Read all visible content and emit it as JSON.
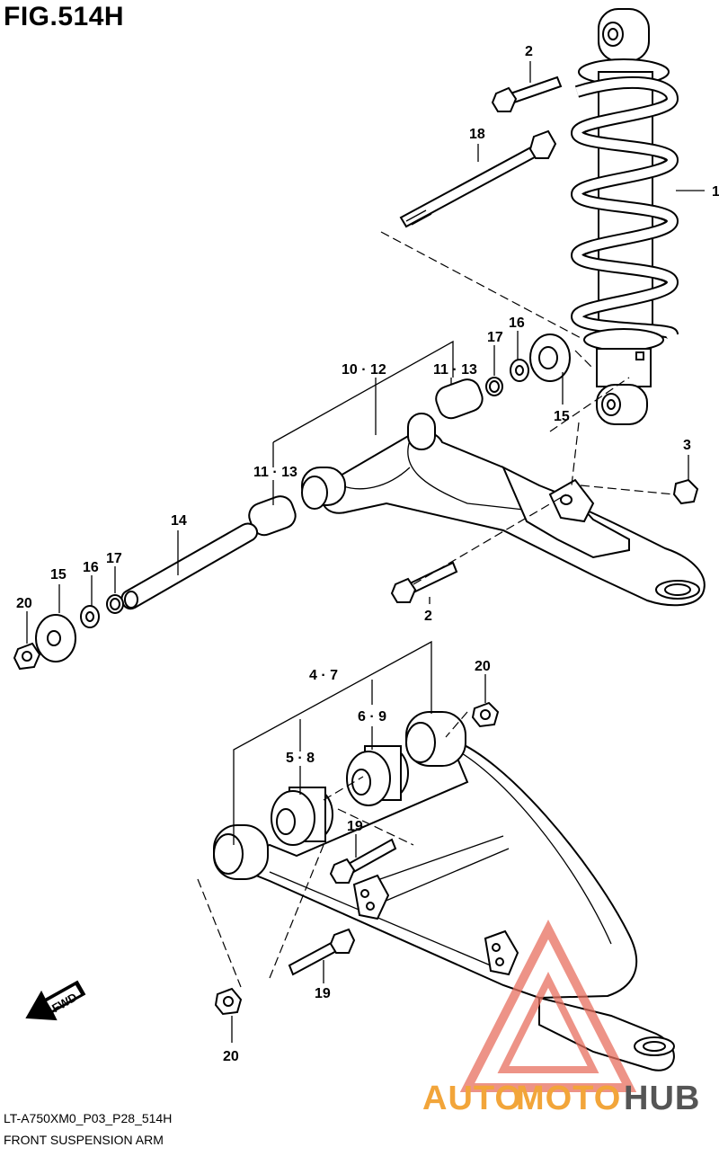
{
  "figure": {
    "title": "FIG.514H",
    "code": "LT-A750XM0_P03_P28_514H",
    "name": "FRONT SUSPENSION ARM"
  },
  "callouts": {
    "c1": "1",
    "c2a": "2",
    "c2b": "2",
    "c3": "3",
    "c10_12": "10 · 12",
    "c11_13a": "11 · 13",
    "c11_13b": "11 · 13",
    "c14": "14",
    "c15a": "15",
    "c15b": "15",
    "c16a": "16",
    "c16b": "16",
    "c17a": "17",
    "c17b": "17",
    "c18": "18",
    "c4_7": "4 · 7",
    "c5_8": "5 · 8",
    "c6_9": "6 · 9",
    "c19a": "19",
    "c19b": "19",
    "c20a": "20",
    "c20b": "20",
    "c20c": "20"
  },
  "fwd_label": "FWD",
  "watermark": {
    "auto": "AUTO",
    "moto": "MOTO",
    "hub": "HUB",
    "color_red": "#e8705f",
    "color_orange": "#f2a53a",
    "color_dark": "#555555"
  }
}
